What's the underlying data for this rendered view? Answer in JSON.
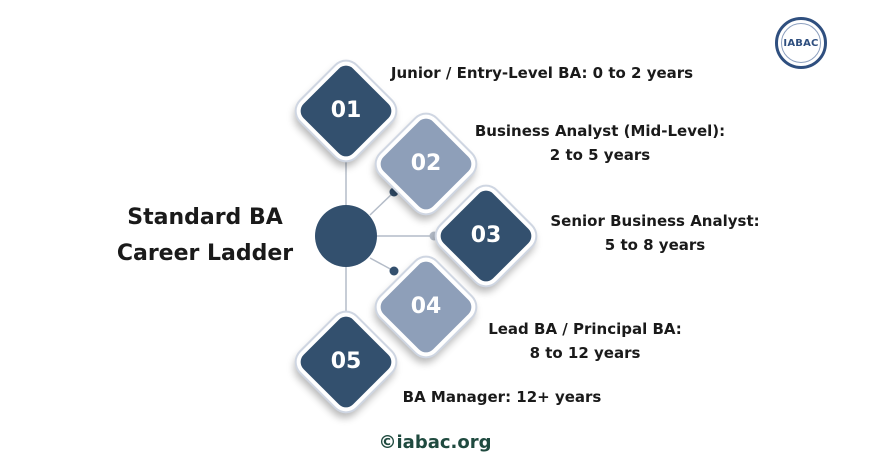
{
  "title": {
    "line1": "Standard BA",
    "line2": "Career Ladder"
  },
  "logo": {
    "text": "IABAC"
  },
  "steps": [
    {
      "number": "01",
      "lines": [
        "Junior / Entry-Level BA: 0 to 2 years"
      ]
    },
    {
      "number": "02",
      "lines": [
        "Business Analyst (Mid-Level):",
        "2 to 5 years"
      ]
    },
    {
      "number": "03",
      "lines": [
        "Senior Business Analyst:",
        "5 to 8 years"
      ]
    },
    {
      "number": "04",
      "lines": [
        "Lead BA / Principal BA:",
        "8 to 12 years"
      ]
    },
    {
      "number": "05",
      "lines": [
        "BA Manager: 12+ years"
      ]
    }
  ],
  "footer": "©iabac.org",
  "colors": {
    "dark": "#33506e",
    "light": "#8e9fb9",
    "connector": "#b4bcc8",
    "footer": "#1f4a3f"
  }
}
